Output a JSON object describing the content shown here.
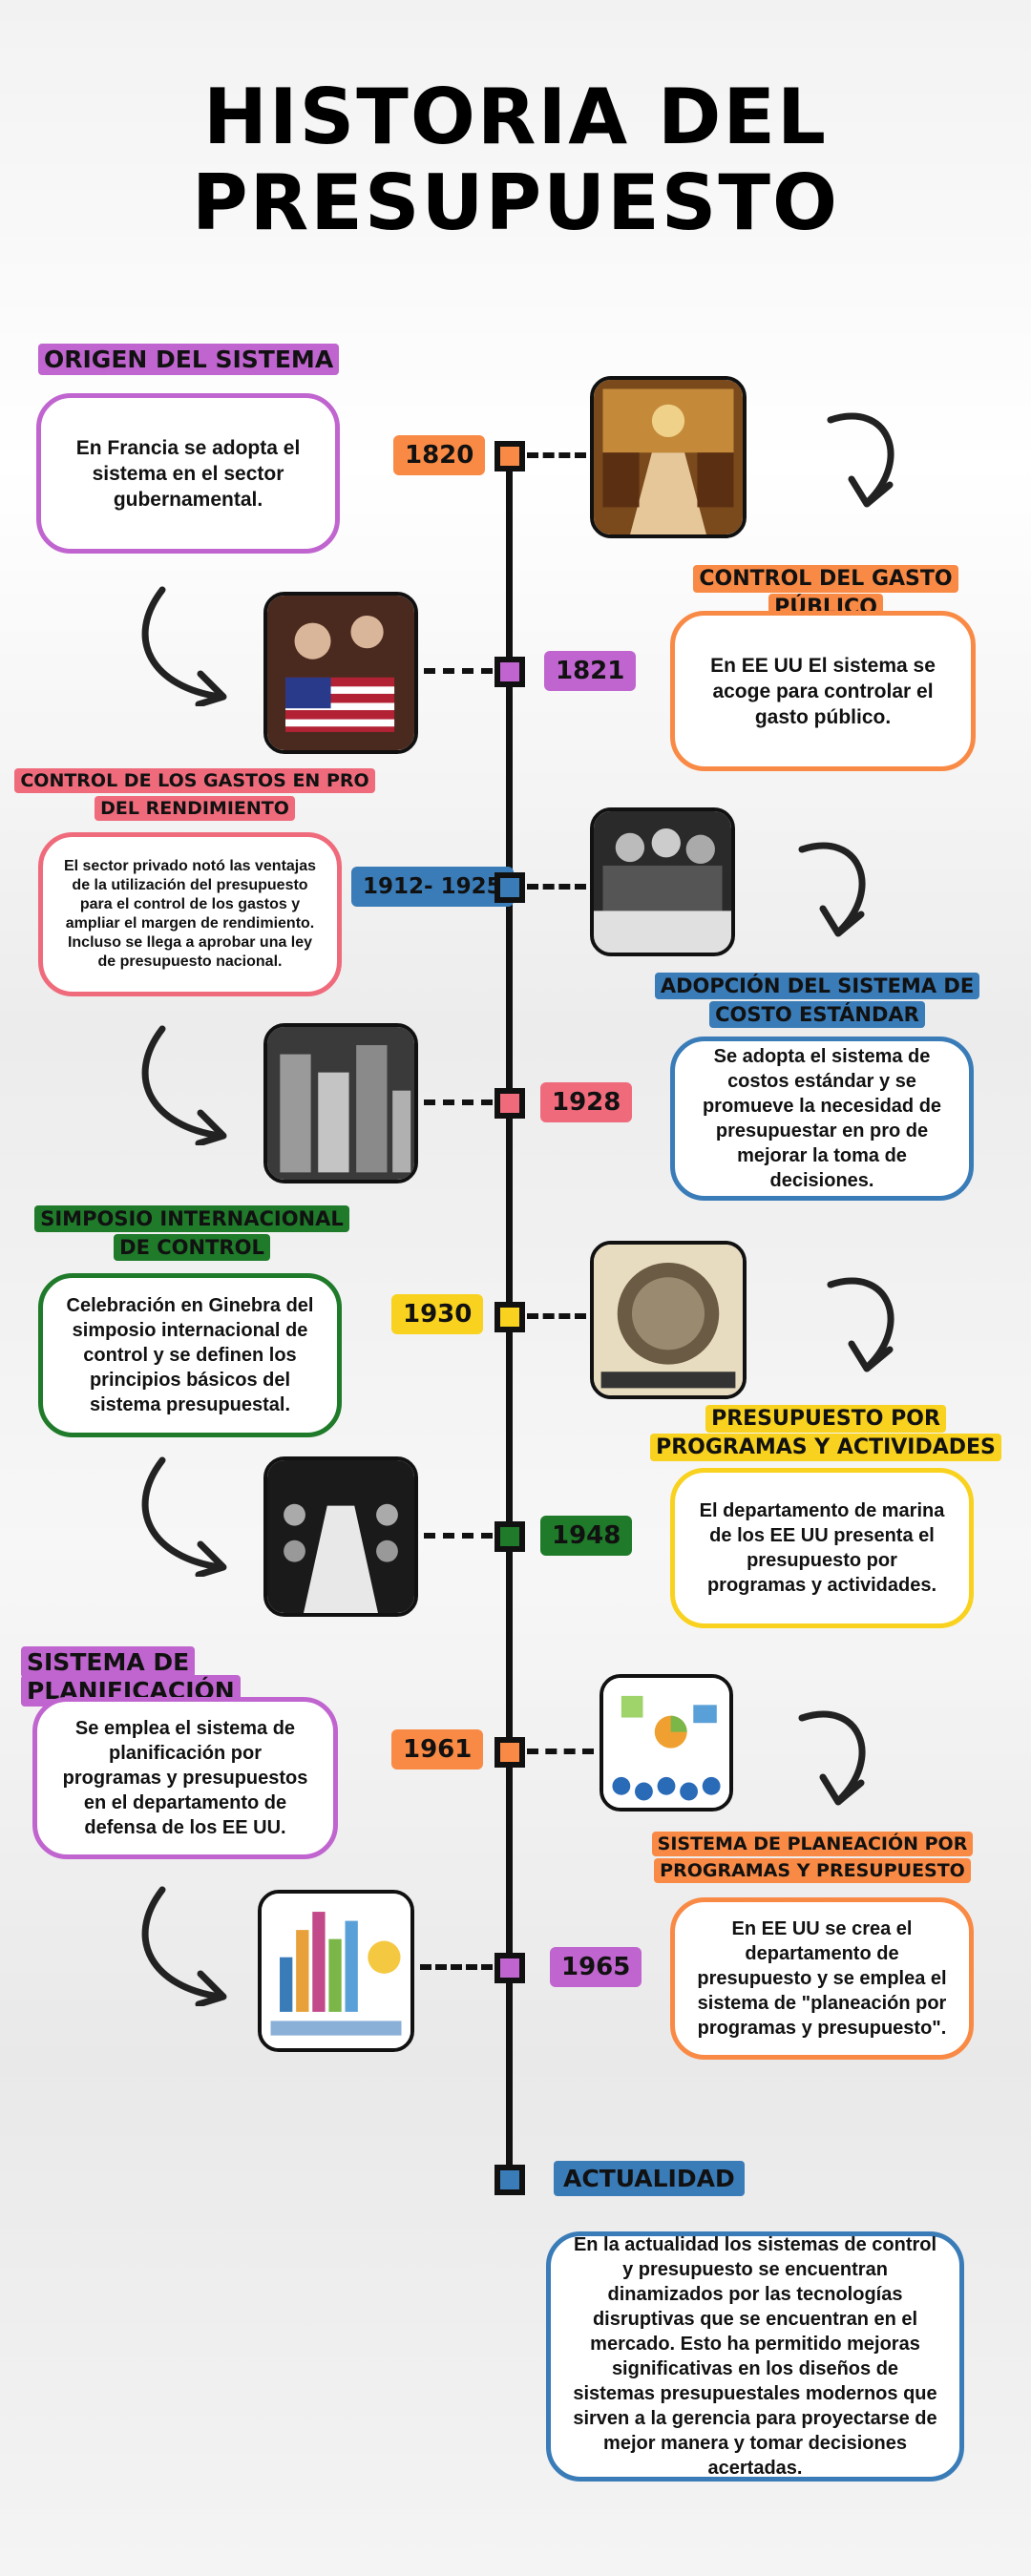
{
  "title": {
    "line1": "HISTORIA DEL",
    "line2": "PRESUPUESTO"
  },
  "colors": {
    "purple": "#c065cf",
    "orange": "#f98a45",
    "pink": "#ef6b7c",
    "blue": "#3a7cb8",
    "green": "#1f7a2a",
    "yellow": "#f8d21e"
  },
  "events": [
    {
      "year": "1820",
      "label": "ORIGEN DEL SISTEMA",
      "text": "En Francia se adopta el sistema en el sector gubernamental.",
      "color": "#f98a45",
      "box_color": "#c065cf",
      "label_color": "#c065cf",
      "photo": "palace-hall-photo"
    },
    {
      "year": "1821",
      "label": "CONTROL DEL GASTO PÚBLICO",
      "text": "En EE UU El sistema se acoge para controlar el gasto público.",
      "color": "#c065cf",
      "box_color": "#f98a45",
      "label_color": "#f98a45",
      "photo": "flag-sewing-photo"
    },
    {
      "year": "1912- 1925",
      "label": "CONTROL DE LOS GASTOS EN PRO DEL RENDIMIENTO",
      "text": "El sector privado notó las ventajas de la utilización del presupuesto para el control de los  gastos y ampliar el margen de rendimiento. Incluso se llega a aprobar una ley de presupuesto nacional.",
      "color": "#3a7cb8",
      "box_color": "#ef6b7c",
      "label_color": "#ef6b7c",
      "photo": "signing-ceremony-photo"
    },
    {
      "year": "1928",
      "label": "ADOPCIÓN DEL SISTEMA DE COSTO ESTÁNDAR",
      "text": "Se adopta el sistema de costos estándar y se promueve la necesidad de presupuestar en pro de mejorar la toma de decisiones.",
      "color": "#ef6b7c",
      "box_color": "#3a7cb8",
      "label_color": "#3a7cb8",
      "photo": "coin-stacks-photo"
    },
    {
      "year": "1930",
      "label": "SIMPOSIO INTERNACIONAL DE CONTROL",
      "text": "Celebración en Ginebra del simposio internacional de control y se definen los principios básicos del sistema presupuestal.",
      "color": "#f8d21e",
      "box_color": "#1f7a2a",
      "label_color": "#1f7a2a",
      "photo": "newspaper-crowd-photo"
    },
    {
      "year": "1948",
      "label": "PRESUPUESTO POR PROGRAMAS Y ACTIVIDADES",
      "text": "El departamento de marina de los EE UU presenta el presupuesto por programas y actividades.",
      "color": "#1f7a2a",
      "box_color": "#f8d21e",
      "label_color": "#f8d21e",
      "photo": "banquet-photo"
    },
    {
      "year": "1961",
      "label": "SISTEMA DE PLANIFICACIÓN",
      "text": "Se emplea el sistema de planificación por programas y presupuestos en el departamento de defensa de los EE UU.",
      "color": "#f98a45",
      "box_color": "#c065cf",
      "label_color": "#c065cf",
      "photo": "planning-illustration"
    },
    {
      "year": "1965",
      "label": "SISTEMA DE PLANEACIÓN POR PROGRAMAS Y PRESUPUESTO",
      "text": "En EE UU se crea el departamento de presupuesto y se emplea el sistema de \"planeación por programas y presupuesto\".",
      "color": "#c065cf",
      "box_color": "#f98a45",
      "label_color": "#f98a45",
      "photo": "bar-charts-illustration"
    }
  ],
  "final": {
    "label": "ACTUALIDAD",
    "text": "En la actualidad los sistemas de control y presupuesto se encuentran dinamizados por las tecnologías disruptivas que se encuentran en el mercado. Esto ha permitido mejoras significativas en los diseños de sistemas presupuestales modernos que sirven a la gerencia para proyectarse de mejor manera y tomar decisiones acertadas.",
    "color": "#3a7cb8"
  }
}
